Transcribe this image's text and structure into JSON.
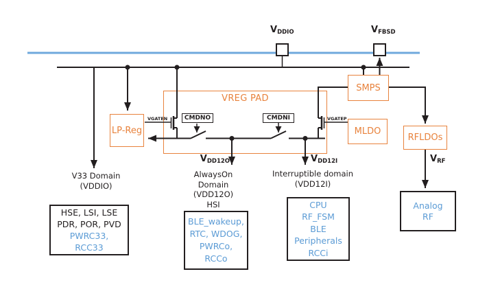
{
  "colors": {
    "orange": "#E8823C",
    "blue": "#5B9BD5",
    "bus_blue": "#6FA8DC",
    "line": "#221E1F"
  },
  "top_pads": {
    "vddio": {
      "name": "V",
      "sub": "DDIO"
    },
    "vfbsd": {
      "name": "V",
      "sub": "FBSD"
    }
  },
  "vreg_pad": {
    "title": "VREG PAD",
    "cmdno_label": "CMDNO",
    "cmdni_label": "CMDNI",
    "vgaten_label": "VGATEN",
    "vgatep_label": "VGATEP"
  },
  "regulators": {
    "lp_reg": "LP-Reg",
    "smps": "SMPS",
    "mldo": "MLDO",
    "rfldos": "RFLDOs"
  },
  "nets": {
    "vdd12o": {
      "name": "V",
      "sub": "DD12O"
    },
    "vdd12i": {
      "name": "V",
      "sub": "DD12I"
    },
    "vrf": {
      "name": "V",
      "sub": "RF"
    }
  },
  "domains": {
    "v33": {
      "title": [
        "V33 Domain",
        "(VDDIO)"
      ],
      "blocks_black": [
        "HSE, LSI, LSE",
        "PDR, POR, PVD"
      ],
      "blocks_blue": [
        "PWRC33,",
        "RCC33"
      ]
    },
    "always_on": {
      "title": [
        "AlwaysOn",
        "Domain",
        "(VDD12O)",
        "HSI"
      ],
      "blocks_blue": [
        "BLE_wakeup,",
        "RTC, WDOG,",
        "PWRCo,",
        "RCCo"
      ]
    },
    "interruptible": {
      "title": [
        "Interruptible domain",
        "(VDD12I)"
      ],
      "blocks_blue": [
        "CPU",
        "RF_FSM",
        "BLE",
        "Peripherals",
        "RCCi"
      ]
    },
    "analog_rf": {
      "blocks_blue": [
        "Analog",
        "RF"
      ]
    }
  }
}
